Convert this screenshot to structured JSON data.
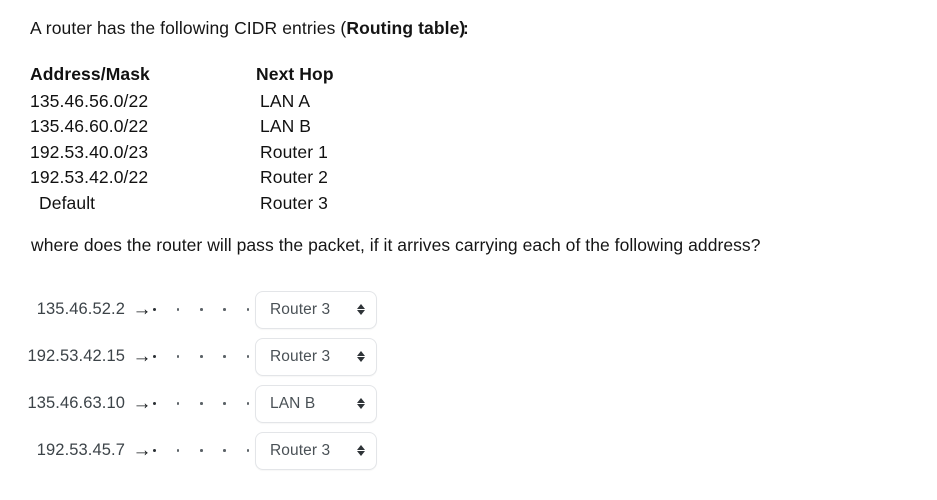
{
  "intro": {
    "prefix": "A router has the following CIDR entries (",
    "emphasis": "Routing table",
    "suffix": "):"
  },
  "routing_table": {
    "headers": {
      "address_mask": "Address/Mask",
      "next_hop": "Next Hop"
    },
    "rows": [
      {
        "address_mask": "135.46.56.0/22",
        "next_hop": "LAN A"
      },
      {
        "address_mask": "135.46.60.0/22",
        "next_hop": "LAN B"
      },
      {
        "address_mask": "192.53.40.0/23",
        "next_hop": "Router 1"
      },
      {
        "address_mask": "192.53.42.0/22",
        "next_hop": "Router 2"
      },
      {
        "address_mask": "Default",
        "next_hop": "Router 3"
      }
    ]
  },
  "question": "where does the router will pass the packet, if it arrives carrying each of the following address?",
  "answers": {
    "arrow_glyph": "→",
    "rows": [
      {
        "address": "135.46.52.2",
        "selected": "Router 3"
      },
      {
        "address": "192.53.42.15",
        "selected": "Router 3"
      },
      {
        "address": "135.46.63.10",
        "selected": "LAN B"
      },
      {
        "address": "192.53.45.7",
        "selected": "Router 3"
      }
    ]
  },
  "colors": {
    "page_background": "#ffffff",
    "body_text": "#151515",
    "answer_label_text": "#3c4348",
    "select_border": "#e3e5e8",
    "select_text": "#4a5156"
  }
}
